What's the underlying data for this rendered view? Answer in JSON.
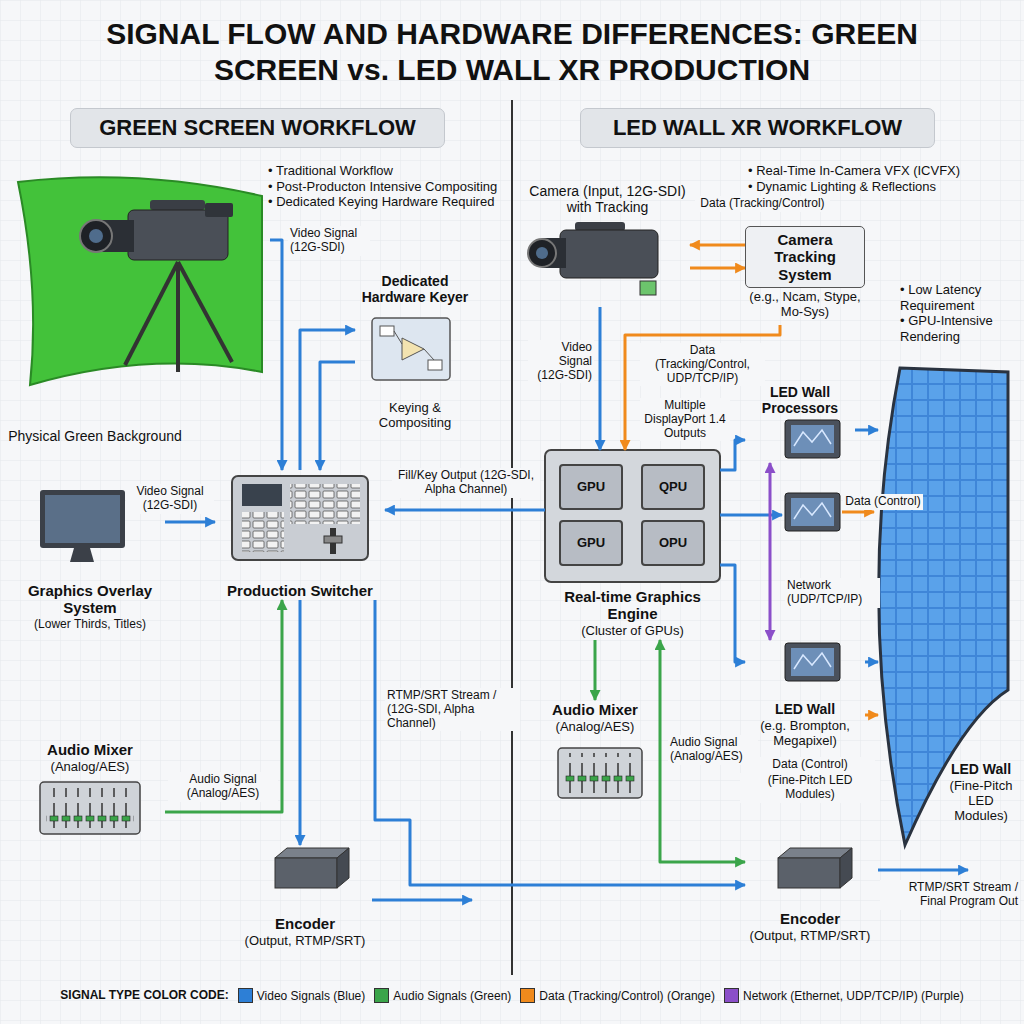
{
  "diagram": {
    "title": "SIGNAL FLOW AND HARDWARE DIFFERENCES: GREEN SCREEN vs. LED WALL XR PRODUCTION",
    "nodes": [
      {
        "text": [
          "GREEN SCREEN WORKFLOW"
        ]
      },
      {
        "text": [
          "LED WALL XR WORKFLOW"
        ]
      },
      {
        "text": [
          "Physical Green Background"
        ]
      },
      {
        "text": [
          "Dedicated Hardware Keyer",
          "Keying & Compositing"
        ]
      },
      {
        "text": [
          "Graphics Overlay System",
          "(Lower Thirds, Titles)"
        ]
      },
      {
        "text": [
          "Production Switcher"
        ]
      },
      {
        "text": [
          "Audio Mixer",
          "(Analog/AES)"
        ]
      },
      {
        "text": [
          "Encoder",
          "(Output, RTMP/SRT)"
        ]
      },
      {
        "text": [
          "Camera (Input, 12G-SDI) with Tracking"
        ]
      },
      {
        "text": [
          "Camera Tracking System",
          "(e.g., Ncam, Stype, Mo-Sys)"
        ]
      },
      {
        "text": [
          "Real-time Graphics Engine",
          "(Cluster of GPUs)"
        ]
      },
      {
        "text": [
          "GPU"
        ],
        "in": 10
      },
      {
        "text": [
          "QPU"
        ],
        "in": 10
      },
      {
        "text": [
          "GPU"
        ],
        "in": 10
      },
      {
        "text": [
          "OPU"
        ],
        "in": 10
      },
      {
        "text": [
          "LED Wall Processors"
        ]
      },
      {
        "text": [
          "LED Wall",
          "(e.g. Brompton, Megapixel)"
        ]
      },
      {
        "text": [
          "LED Wall",
          "(Fine-Pitch LED Modules)"
        ]
      },
      {
        "text": [
          "Audio Mixer",
          "(Analog/AES)"
        ]
      },
      {
        "text": [
          "Encoder",
          "(Output, RTMP/SRT)"
        ]
      }
    ],
    "edges": [
      {
        "from": 2,
        "to": 5,
        "arrow": "to",
        "label": "Video Signal (12G-SDI)"
      },
      {
        "from": 5,
        "to": 3,
        "arrow": "to"
      },
      {
        "from": 3,
        "to": 5,
        "arrow": "to"
      },
      {
        "from": 4,
        "to": 5,
        "arrow": "to",
        "label": "Video Signal (12G-SDI)"
      },
      {
        "from": 6,
        "to": 5,
        "arrow": "to",
        "label": "Audio Signal (Analog/AES)"
      },
      {
        "from": 5,
        "to": 7,
        "arrow": "to"
      },
      {
        "from": 9,
        "to": 8,
        "arrow": "to",
        "label": "Data (Tracking/Control)"
      },
      {
        "from": 8,
        "to": 9,
        "arrow": "to"
      },
      {
        "from": 8,
        "to": 10,
        "arrow": "to",
        "label": "Video Signal (12G-SDI)"
      },
      {
        "from": 9,
        "to": 10,
        "arrow": "to",
        "label": "Data (Tracking/Control, UDP/TCP/IP)"
      },
      {
        "from": 10,
        "to": 5,
        "arrow": "to",
        "label": "Fill/Key Output (12G-SDI, Alpha Channel)"
      },
      {
        "from": 10,
        "to": 15,
        "arrow": "to",
        "label": "Multiple DisplayPort 1.4 Outputs"
      },
      {
        "from": 10,
        "to": 16,
        "arrow": "to"
      },
      {
        "from": 15,
        "to": 17,
        "arrow": "to"
      },
      {
        "from": 16,
        "to": 17,
        "arrow": "to"
      },
      {
        "from": 15,
        "to": 16,
        "arrow": "both",
        "label": "Network (UDP/TCP/IP)"
      },
      {
        "from": 16,
        "to": 17,
        "arrow": "to"
      },
      {
        "from": 10,
        "to": 18,
        "arrow": "to"
      },
      {
        "from": 10,
        "to": 19,
        "arrow": "both",
        "label": "Audio Signal (Analog/AES)"
      },
      {
        "from": 5,
        "to": 19,
        "arrow": "to",
        "label": "RTMP/SRT Stream / (12G-SDI, Alpha Channel)"
      }
    ],
    "labels": [
      "• Traditional Workflow",
      "• Post-Producton Intensive Compositing",
      "• Dedicated Keying Hardware Required",
      "• Real-Time In-Camera VFX (ICVFX)",
      "• Dynamic Lighting & Reflections",
      "• Low Latency Requirement",
      "• GPU-Intensive Rendering",
      "Data (Control)",
      "Data (Control)",
      "(Fine-Pitch LED Modules)",
      "RTMP/SRT Stream / Final Program Out",
      "SIGNAL TYPE COLOR CODE:"
    ],
    "legend": [
      {
        "text": "Video Signals (Blue)",
        "color": "#2d7fd6"
      },
      {
        "text": "Audio Signals (Green)",
        "color": "#3ba54a"
      },
      {
        "text": "Data (Tracking/Control) (Orange)",
        "color": "#f08a1c"
      },
      {
        "text": "Network (Ethernet, UDP/TCP/IP) (Purple)",
        "color": "#8b4fc9"
      }
    ]
  }
}
